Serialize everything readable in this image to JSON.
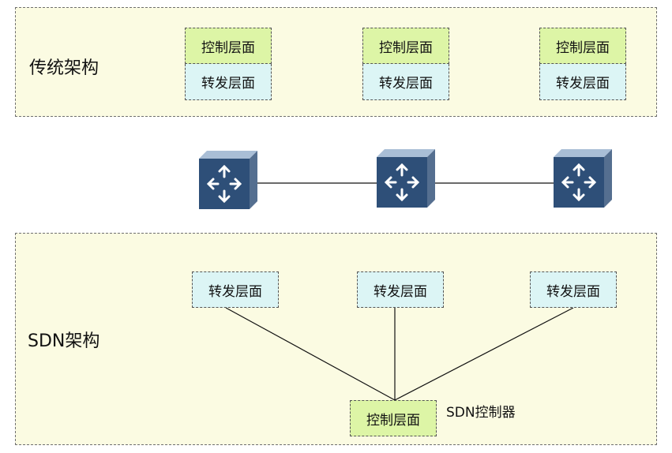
{
  "traditional": {
    "title": "传统架构",
    "devices": [
      {
        "control": "控制层面",
        "forwarding": "转发层面"
      },
      {
        "control": "控制层面",
        "forwarding": "转发层面"
      },
      {
        "control": "控制层面",
        "forwarding": "转发层面"
      }
    ]
  },
  "network": {
    "switch_icon": "router-switch-icon",
    "switch_count": 3
  },
  "sdn": {
    "title": "SDN架构",
    "forwarding_planes": [
      "转发层面",
      "转发层面",
      "转发层面"
    ],
    "controller": {
      "plane": "控制层面",
      "label": "SDN控制器"
    }
  },
  "colors": {
    "panel_bg": "#fbfbe2",
    "control_plane": "#ddf5a6",
    "forwarding_plane": "#dcf5f5",
    "switch_face": "#2e4f78",
    "switch_side": "#556f90",
    "switch_top": "#a9bed6"
  }
}
